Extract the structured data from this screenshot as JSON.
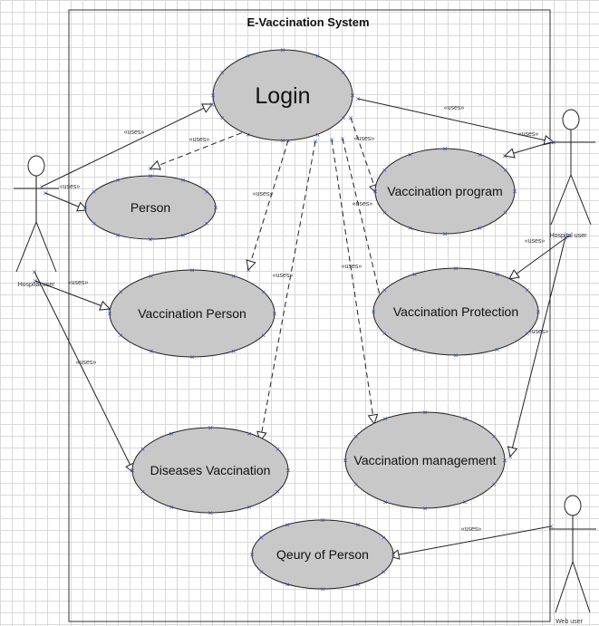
{
  "system": {
    "title": "E-Vaccination System"
  },
  "use_cases": {
    "login": "Login",
    "person": "Person",
    "vaccination_program": "Vaccination program",
    "vaccination_person": "Vaccination Person",
    "vaccination_protection": "Vaccination Protection",
    "diseases_vaccination": "Diseases Vaccination",
    "vaccination_management": "Vaccination management",
    "query_of_person": "Qeury of Person"
  },
  "actors": {
    "left": "Hospital user",
    "right": "Hospital user",
    "web": "Web user"
  },
  "stereotype": "«uses»",
  "colors": {
    "ellipse_fill": "#c8c8c8",
    "line": "#222222",
    "handle": "#2b3fbf"
  }
}
